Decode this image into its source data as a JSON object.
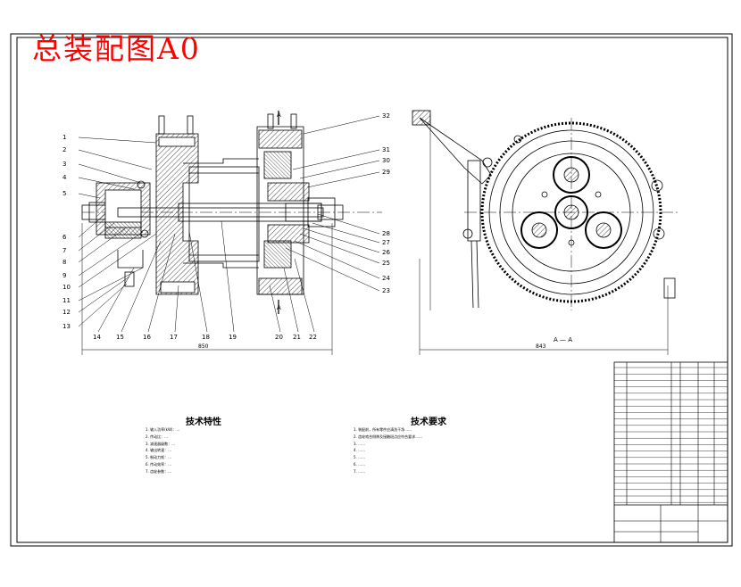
{
  "drawing_title": "总装配图A0",
  "part_numbers_left": [
    "1",
    "2",
    "3",
    "4",
    "5",
    "6",
    "7",
    "8",
    "9",
    "10",
    "11",
    "12",
    "13"
  ],
  "part_numbers_bottom": [
    "14",
    "15",
    "16",
    "17",
    "18",
    "19",
    "20",
    "21",
    "22"
  ],
  "part_numbers_right": [
    "32",
    "31",
    "30",
    "29",
    "28",
    "27",
    "26",
    "25",
    "24",
    "23"
  ],
  "section_mark": "A",
  "section_label": "A — A",
  "dim_overall_width": "850",
  "dim_side_width": "843",
  "tech_spec": {
    "title": "技术特性",
    "lines": [
      "1. 输入功率(kW)：…",
      "2. 传动比：…",
      "3. 减速器级数：…",
      "4. 输出转速：…",
      "5. 制动力矩：…",
      "6. 传动效率：…",
      "7. 齿轮参数：…"
    ]
  },
  "tech_req": {
    "title": "技术要求",
    "lines": [
      "1. 装配前，所有零件应清洗干净……",
      "2. 齿轮啮合侧隙及接触斑点应符合要求……",
      "3. ……",
      "4. ……",
      "5. ……",
      "6. ……",
      "7. ……"
    ]
  }
}
